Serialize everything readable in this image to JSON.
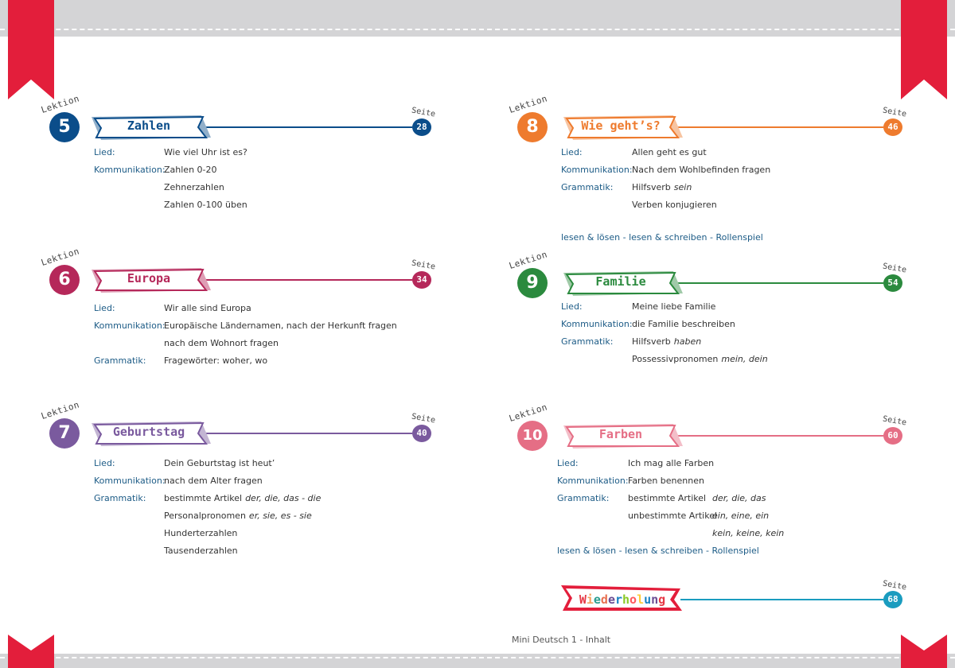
{
  "footer": "Mini Deutsch 1 - Inhalt",
  "lektion_label": "Lektion",
  "seite_label": "Seite",
  "lessons": [
    {
      "num": "5",
      "title": "Zahlen",
      "page": "28",
      "color": "#0b4d8a",
      "rows": [
        {
          "label": "Lied:",
          "value": "Wie viel Uhr ist es?"
        },
        {
          "label": "Kommunikation:",
          "value": "Zahlen 0-20"
        },
        {
          "label": "",
          "value": "Zehnerzahlen"
        },
        {
          "label": "",
          "value": "Zahlen 0-100 üben"
        }
      ]
    },
    {
      "num": "6",
      "title": "Europa",
      "page": "34",
      "color": "#b5285a",
      "rows": [
        {
          "label": "Lied:",
          "value": "Wir alle sind Europa"
        },
        {
          "label": "Kommunikation:",
          "value": "Europäische Ländernamen, nach der Herkunft fragen"
        },
        {
          "label": "",
          "value": "nach dem Wohnort fragen"
        },
        {
          "label": "Grammatik:",
          "value": "Fragewörter: woher, wo"
        }
      ]
    },
    {
      "num": "7",
      "title": "Geburtstag",
      "page": "40",
      "color": "#7a5a9e",
      "rows": [
        {
          "label": "Lied:",
          "value": "Dein Geburtstag ist heut’"
        },
        {
          "label": "Kommunikation:",
          "value": "nach dem Alter fragen"
        },
        {
          "label": "Grammatik:",
          "value": "bestimmte Artikel",
          "italic": "der, die, das - die"
        },
        {
          "label": "",
          "value": "Personalpronomen",
          "italic": "er, sie, es - sie"
        },
        {
          "label": "",
          "value": "Hunderterzahlen"
        },
        {
          "label": "",
          "value": "Tausenderzahlen"
        }
      ]
    },
    {
      "num": "8",
      "title": "Wie geht’s?",
      "page": "46",
      "color": "#ee7b2e",
      "rows": [
        {
          "label": "Lied:",
          "value": "Allen geht es gut"
        },
        {
          "label": "Kommunikation:",
          "value": "Nach dem Wohlbefinden fragen"
        },
        {
          "label": "Grammatik:",
          "value": "Hilfsverb",
          "italic": "sein"
        },
        {
          "label": "",
          "value": "Verben konjugieren"
        }
      ],
      "extra": "lesen & lösen - lesen & schreiben - Rollenspiel"
    },
    {
      "num": "9",
      "title": "Familie",
      "page": "54",
      "color": "#2b8a3e",
      "rows": [
        {
          "label": "Lied:",
          "value": "Meine liebe Familie"
        },
        {
          "label": "Kommunikation:",
          "value": "die Familie beschreiben"
        },
        {
          "label": "Grammatik:",
          "value": "Hilfsverb",
          "italic": "haben"
        },
        {
          "label": "",
          "value": "Possessivpronomen",
          "italic": "mein, dein"
        }
      ]
    },
    {
      "num": "10",
      "title": "Farben",
      "page": "60",
      "color": "#e56e85",
      "rows": [
        {
          "label": "Lied:",
          "value": "Ich mag alle Farben"
        },
        {
          "label": "Kommunikation:",
          "value": "Farben benennen"
        },
        {
          "label": "Grammatik:",
          "value": "bestimmte Artikel",
          "italic": "der, die, das"
        },
        {
          "label": "",
          "value": "unbestimmte Artikel",
          "italic": "ein, eine, ein"
        },
        {
          "label": "",
          "value": "",
          "italic": "kein, keine, kein"
        }
      ],
      "extra": "lesen & lösen - lesen & schreiben - Rollenspiel"
    }
  ],
  "review": {
    "title": "Wiederholung",
    "page": "68",
    "color": "#1a9cbf",
    "letter_colors": [
      "#e63946",
      "#f4a261",
      "#2a9d8f",
      "#e76f51",
      "#6a4c93",
      "#1982c4",
      "#8ac926",
      "#ff595e",
      "#ffca3a",
      "#1982c4",
      "#6a4c93",
      "#e63946"
    ]
  }
}
